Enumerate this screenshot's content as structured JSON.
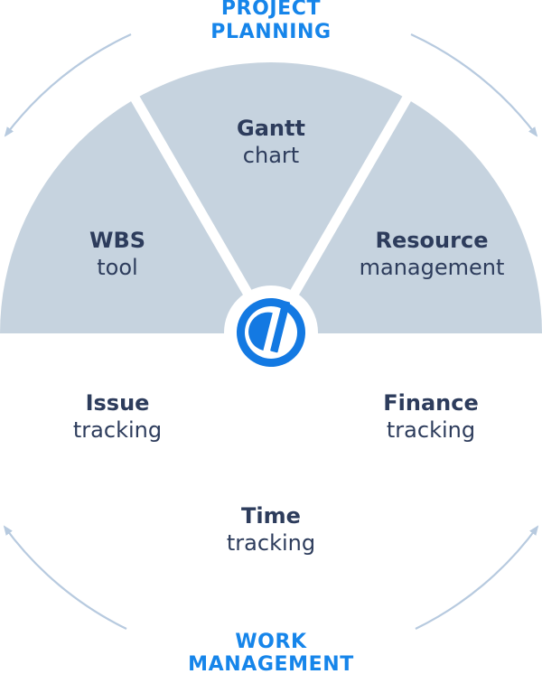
{
  "headings": {
    "top": {
      "line1": "PROJECT",
      "line2": "PLANNING"
    },
    "bottom": {
      "line1": "WORK",
      "line2": "MANAGEMENT"
    }
  },
  "features": {
    "gantt": {
      "bold": "Gantt",
      "rest": "chart"
    },
    "wbs": {
      "bold": "WBS",
      "rest": "tool"
    },
    "resource": {
      "bold": "Resource",
      "rest": "management"
    },
    "issue": {
      "bold": "Issue",
      "rest": "tracking"
    },
    "finance": {
      "bold": "Finance",
      "rest": "tracking"
    },
    "time": {
      "bold": "Time",
      "rest": "tracking"
    }
  },
  "icons": {
    "brand_logo": "circular-brand-mark",
    "arrows": [
      "curved-arrow-top-left",
      "curved-arrow-top-right",
      "curved-arrow-bottom-left",
      "curved-arrow-bottom-right"
    ]
  },
  "colors": {
    "heading_blue": "#1685ea",
    "logo_blue": "#1379e2",
    "label_navy": "#2d3c5c",
    "wheel_fill": "#c6d3df",
    "arrow_gray_blue": "#b7cadf"
  }
}
